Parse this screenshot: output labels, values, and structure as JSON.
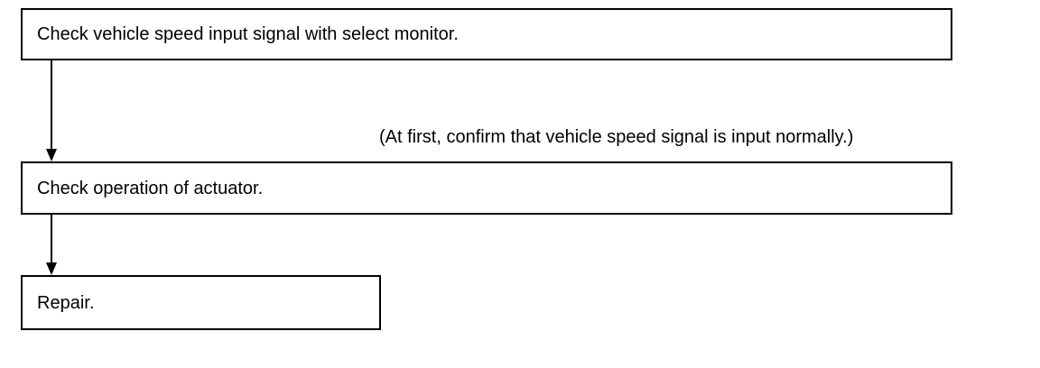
{
  "flowchart": {
    "steps": [
      {
        "label": "Check vehicle speed input signal with select monitor."
      },
      {
        "label": "Check operation of actuator."
      },
      {
        "label": "Repair."
      }
    ],
    "note": "(At first, confirm that vehicle speed signal is input normally.)"
  },
  "colors": {
    "line": "#000000",
    "background": "#ffffff"
  }
}
